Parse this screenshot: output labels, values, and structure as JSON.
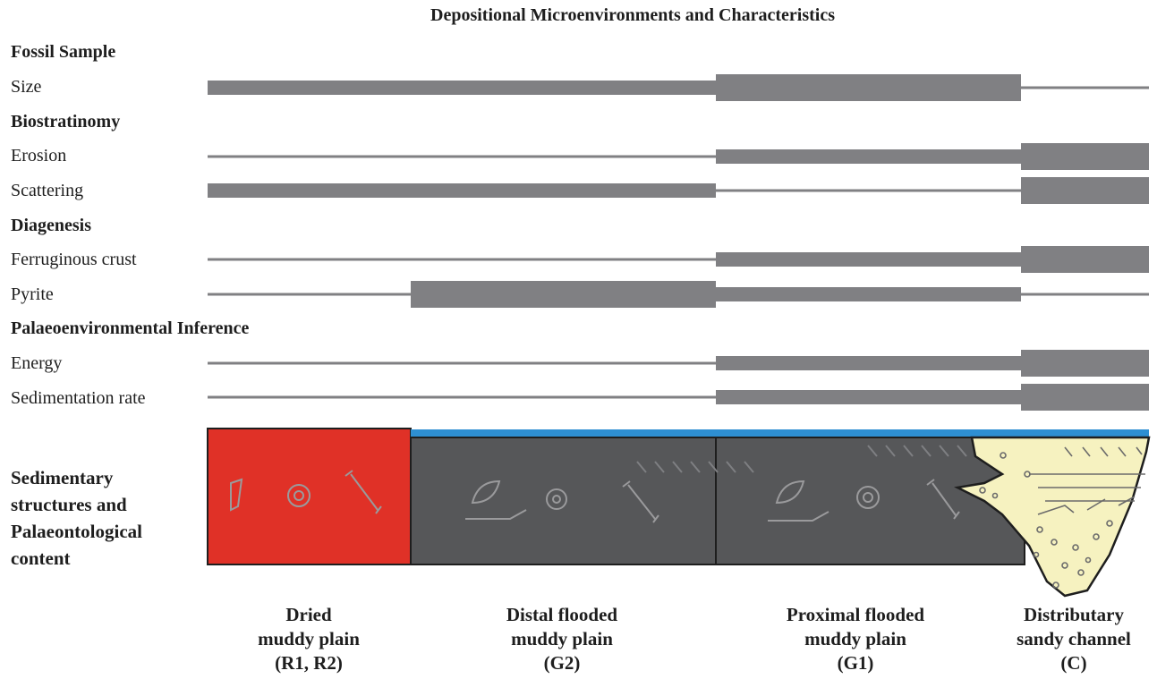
{
  "title": "Depositional Microenvironments and Characteristics",
  "sections": {
    "fossil_sample": "Fossil Sample",
    "biostratinomy": "Biostratinomy",
    "diagenesis": "Diagenesis",
    "palaeo_inference": "Palaeoenvironmental Inference"
  },
  "rows": [
    {
      "key": "size",
      "label": "Size",
      "levels": [
        2,
        2,
        3,
        1
      ]
    },
    {
      "key": "erosion",
      "label": "Erosion",
      "levels": [
        1,
        1,
        2,
        3
      ]
    },
    {
      "key": "scattering",
      "label": "Scattering",
      "levels": [
        2,
        2,
        1,
        3
      ]
    },
    {
      "key": "ferruginous",
      "label": "Ferruginous crust",
      "levels": [
        1,
        1,
        2,
        3
      ]
    },
    {
      "key": "pyrite",
      "label": "Pyrite",
      "levels": [
        1,
        3,
        2,
        1
      ]
    },
    {
      "key": "energy",
      "label": "Energy",
      "levels": [
        1,
        1,
        2,
        3
      ]
    },
    {
      "key": "sedimentation",
      "label": "Sedimentation rate",
      "levels": [
        1,
        1,
        2,
        3
      ]
    }
  ],
  "structures_label": [
    "Sedimentary",
    "structures and",
    "Palaeontological",
    "content"
  ],
  "zones": [
    {
      "lines": [
        "Dried",
        "muddy plain",
        "(R1, R2)"
      ],
      "color": "#e03127"
    },
    {
      "lines": [
        "Distal flooded",
        "muddy plain",
        "(G2)"
      ],
      "color": "#565759"
    },
    {
      "lines": [
        "Proximal flooded",
        "muddy plain",
        "(G1)"
      ],
      "color": "#565759"
    },
    {
      "lines": [
        "Distributary",
        "sandy channel",
        "(C)"
      ],
      "color": "#f6f2c0"
    }
  ],
  "colors": {
    "bar": "#808083",
    "water": "#2e8fd2",
    "mud": "#565759",
    "dry": "#e03127",
    "sand": "#f6f2c0",
    "fossil": "#9a9a9c"
  }
}
